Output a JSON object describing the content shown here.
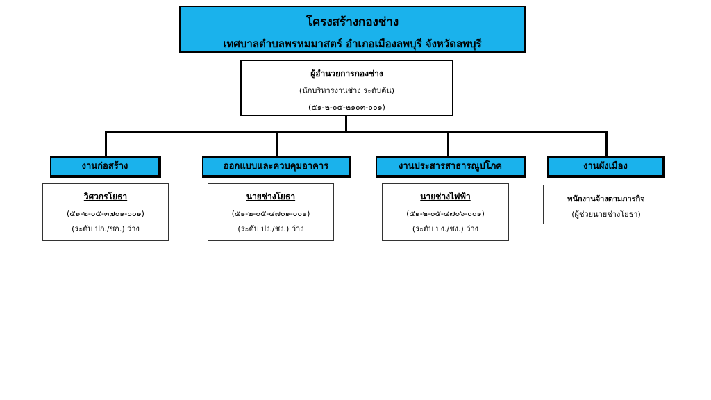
{
  "header": {
    "title": "โครงสร้างกองช่าง",
    "subtitle": "เทศบาลตำบลพรหมมาสตร์ อำเภอเมืองลพบุรี จังหวัดลพบุรี"
  },
  "director": {
    "title": "ผู้อำนวยการกองช่าง",
    "rank": "(นักบริหารงานช่าง  ระดับต้น)",
    "code": "(๕๑-๒-๐๕-๒๑๐๓-๐๐๑)"
  },
  "divisions": [
    {
      "name": "งานก่อสร้าง",
      "position": "วิศวกรโยธา",
      "code": "(๕๑-๒-๐๕-๓๗๐๑-๐๐๑)",
      "status": "(ระดับ ปก./ชก.) ว่าง"
    },
    {
      "name": "ออกแบบและควบคุมอาคาร",
      "position": "นายช่างโยธา",
      "code": "(๕๑-๒-๐๕-๔๗๐๑-๐๐๑)",
      "status": "(ระดับ ปง./ชง.) ว่าง"
    },
    {
      "name": "งานประสารสาธารณูปโภค",
      "position": "นายช่างไฟฟ้า",
      "code": "(๕๑-๒-๐๕-๔๗๐๖-๐๐๑)",
      "status": "(ระดับ ปง./ชง.) ว่าง"
    },
    {
      "name": "งานผังเมือง",
      "position": "พนักงานจ้างตามภารกิจ",
      "note": "(ผู้ช่วยนายช่างโยธา)"
    }
  ]
}
